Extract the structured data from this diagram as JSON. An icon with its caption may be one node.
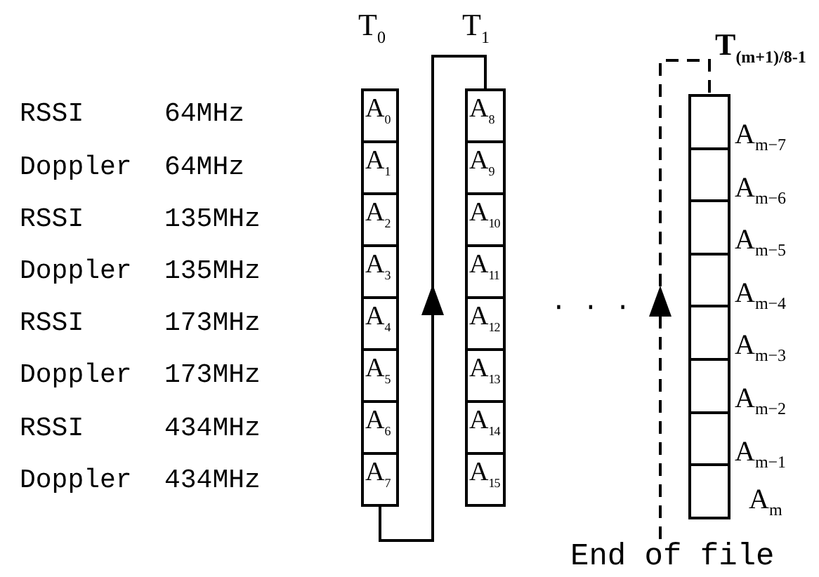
{
  "diagram": {
    "nodes": [
      {
        "text": [
          "T$_{0}$"
        ]
      },
      {
        "text": [
          "A$_{0}$"
        ],
        "in": 0
      },
      {
        "text": [
          "A$_{1}$"
        ],
        "in": 0
      },
      {
        "text": [
          "A$_{2}$"
        ],
        "in": 0
      },
      {
        "text": [
          "A$_{3}$"
        ],
        "in": 0
      },
      {
        "text": [
          "A$_{4}$"
        ],
        "in": 0
      },
      {
        "text": [
          "A$_{5}$"
        ],
        "in": 0
      },
      {
        "text": [
          "A$_{6}$"
        ],
        "in": 0
      },
      {
        "text": [
          "A$_{7}$"
        ],
        "in": 0
      },
      {
        "text": [
          "T$_{1}$"
        ]
      },
      {
        "text": [
          "A$_{8}$"
        ],
        "in": 9
      },
      {
        "text": [
          "A$_{9}$"
        ],
        "in": 9
      },
      {
        "text": [
          "A$_{10}$"
        ],
        "in": 9
      },
      {
        "text": [
          "A$_{11}$"
        ],
        "in": 9
      },
      {
        "text": [
          "A$_{12}$"
        ],
        "in": 9
      },
      {
        "text": [
          "A$_{13}$"
        ],
        "in": 9
      },
      {
        "text": [
          "A$_{14}$"
        ],
        "in": 9
      },
      {
        "text": [
          "A$_{15}$"
        ],
        "in": 9
      },
      {
        "text": [
          "T$_{(m+1)/8-1}$"
        ]
      },
      {
        "text": [],
        "shape": "box",
        "in": 18
      },
      {
        "text": [],
        "shape": "box",
        "in": 18
      },
      {
        "text": [],
        "shape": "box",
        "in": 18
      },
      {
        "text": [],
        "shape": "box",
        "in": 18
      },
      {
        "text": [],
        "shape": "box",
        "in": 18
      },
      {
        "text": [],
        "shape": "box",
        "in": 18
      },
      {
        "text": [],
        "shape": "box",
        "in": 18
      },
      {
        "text": [],
        "shape": "box",
        "in": 18
      },
      {
        "text": [
          "End of file"
        ]
      }
    ],
    "edges": [
      {
        "from": 8,
        "to": 10,
        "arrow": "to"
      },
      {
        "from": 27,
        "to": 19,
        "arrow": "to",
        "style": "dashed"
      }
    ],
    "labels": [
      "RSSI",
      "64MHz",
      "Doppler",
      "64MHz",
      "RSSI",
      "135MHz",
      "Doppler",
      "135MHz",
      "RSSI",
      "173MHz",
      "Doppler",
      "173MHz",
      "RSSI",
      "434MHz",
      "Doppler",
      "434MHz",
      "· · ·",
      "A$_{m−7}$",
      "A$_{m−6}$",
      "A$_{m−5}$",
      "A$_{m−4}$",
      "A$_{m−3}$",
      "A$_{m−2}$",
      "A$_{m−1}$",
      "A$_{m}$"
    ]
  }
}
